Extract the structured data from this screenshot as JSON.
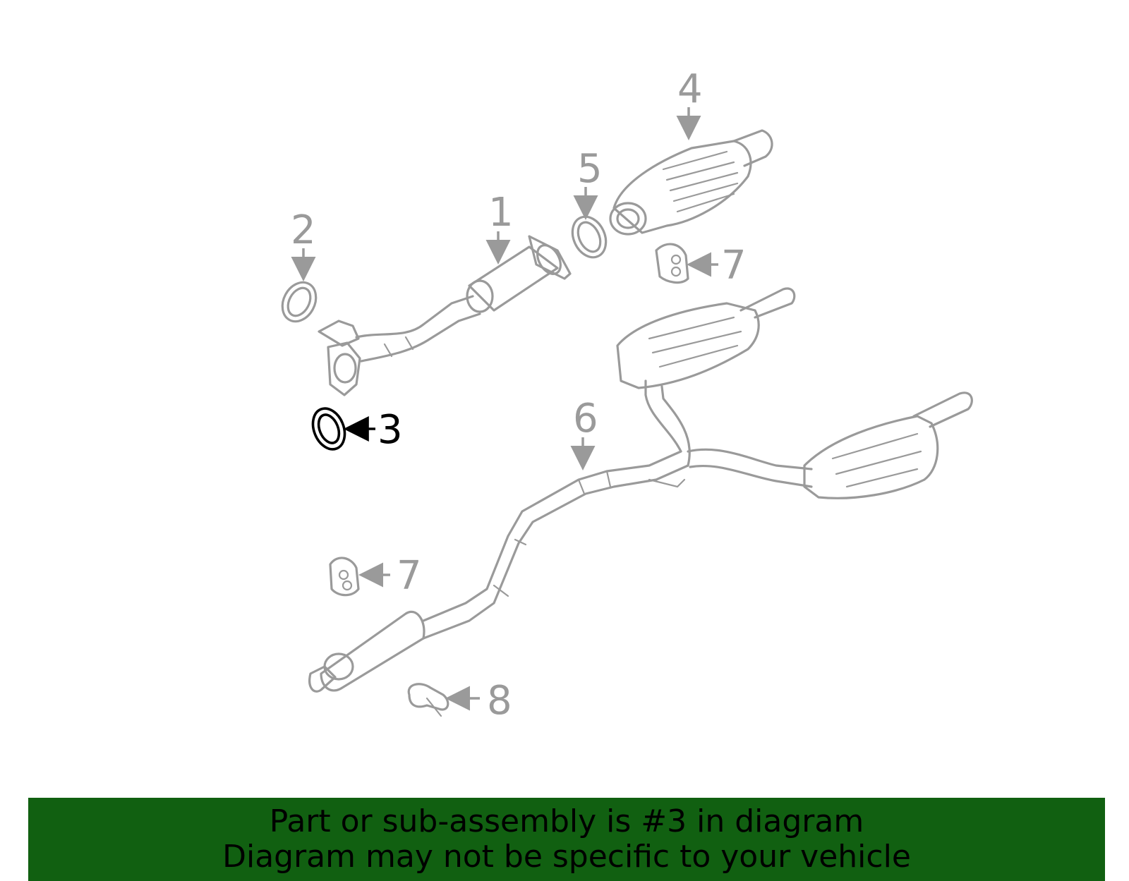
{
  "callouts": {
    "c1": "1",
    "c2": "2",
    "c3": "3",
    "c4": "4",
    "c5": "5",
    "c6": "6",
    "c7a": "7",
    "c7b": "7",
    "c8": "8"
  },
  "highlighted_part": "3",
  "banner": {
    "line1": "Part or sub-assembly is #3 in diagram",
    "line2": "Diagram may not be specific to your vehicle"
  },
  "colors": {
    "part_stroke": "#9a9a9a",
    "highlight": "#000000",
    "banner_bg": "#116011"
  }
}
